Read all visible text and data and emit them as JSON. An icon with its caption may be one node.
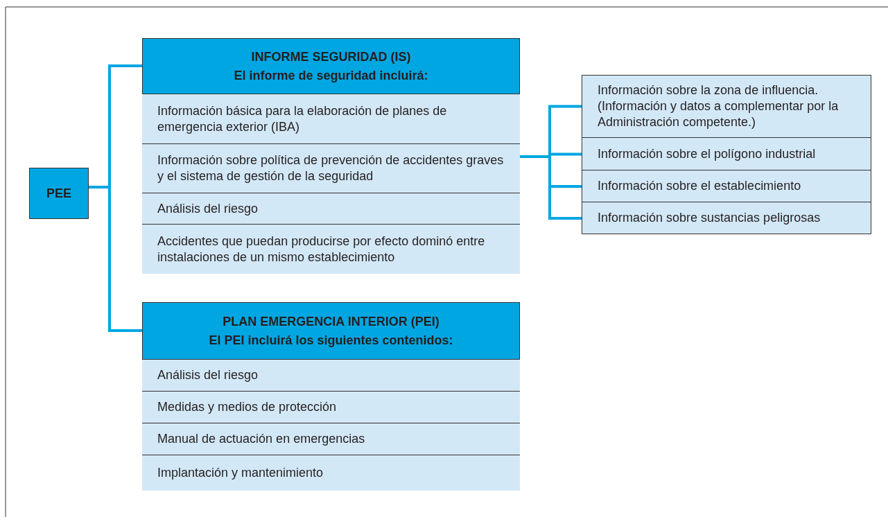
{
  "diagram": {
    "nodes": [
      {
        "text": [
          "PEE"
        ]
      },
      {
        "text": [
          "INFORME SEGURIDAD (IS)",
          "El informe de seguridad incluirá:"
        ]
      },
      {
        "text": [
          "Información básica para la elaboración de planes de emergencia exterior (IBA)"
        ],
        "in": 1
      },
      {
        "text": [
          "Información sobre política de prevención de accidentes graves y el sistema de gestión de la seguridad"
        ],
        "in": 1
      },
      {
        "text": [
          "Análisis del riesgo"
        ],
        "in": 1
      },
      {
        "text": [
          "Accidentes que puedan producirse por efecto dominó entre instalaciones de un mismo establecimiento"
        ],
        "in": 1
      },
      {
        "text": [
          "Información sobre la zona de influencia. (Información y datos a complementar por la Administración competente.)"
        ]
      },
      {
        "text": [
          "Información sobre el polígono industrial"
        ]
      },
      {
        "text": [
          "Información sobre el establecimiento"
        ]
      },
      {
        "text": [
          "Información sobre sustancias peligrosas"
        ]
      },
      {
        "text": [
          "PLAN EMERGENCIA INTERIOR (PEI)",
          "El PEI incluirá los siguientes contenidos:"
        ]
      },
      {
        "text": [
          "Análisis del riesgo"
        ],
        "in": 10
      },
      {
        "text": [
          "Medidas y medios de protección"
        ],
        "in": 10
      },
      {
        "text": [
          "Manual de actuación en emergencias"
        ],
        "in": 10
      },
      {
        "text": [
          "Implantación y mantenimiento"
        ],
        "in": 10
      }
    ],
    "edges": [
      {
        "from": 0,
        "to": 1,
        "arrow": "none"
      },
      {
        "from": 0,
        "to": 10,
        "arrow": "none"
      },
      {
        "from": 1,
        "to": 6,
        "arrow": "none"
      },
      {
        "from": 1,
        "to": 7,
        "arrow": "none"
      },
      {
        "from": 1,
        "to": 8,
        "arrow": "none"
      },
      {
        "from": 1,
        "to": 9,
        "arrow": "none"
      }
    ]
  }
}
